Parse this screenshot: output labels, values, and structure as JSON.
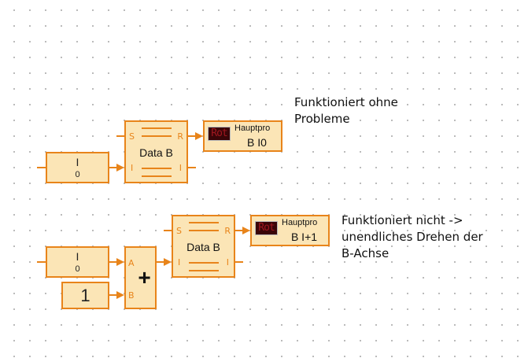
{
  "diagram": {
    "accent_color": "#e8841a",
    "block_fill": "#fbe5b6",
    "row1": {
      "input_block": {
        "label": "I",
        "value": "0"
      },
      "data_block": {
        "title": "Data B",
        "port_s": "S",
        "port_r": "R",
        "port_i_in": "I",
        "port_i_out": "I"
      },
      "display_block": {
        "led_text": "Rot",
        "title": "Hauptpro",
        "value": "B I0"
      },
      "note": "Funktioniert ohne\nProbleme"
    },
    "row2": {
      "input_block": {
        "label": "I",
        "value": "0"
      },
      "constant_block": {
        "value": "1"
      },
      "add_block": {
        "symbol": "+",
        "port_a": "A",
        "port_b": "B"
      },
      "data_block": {
        "title": "Data B",
        "port_s": "S",
        "port_r": "R",
        "port_i_in": "I",
        "port_i_out": "I"
      },
      "display_block": {
        "led_text": "Rot",
        "title": "Hauptpro",
        "value": "B I+1"
      },
      "note": "Funktioniert nicht ->\nunendliches Drehen der\nB-Achse"
    }
  }
}
